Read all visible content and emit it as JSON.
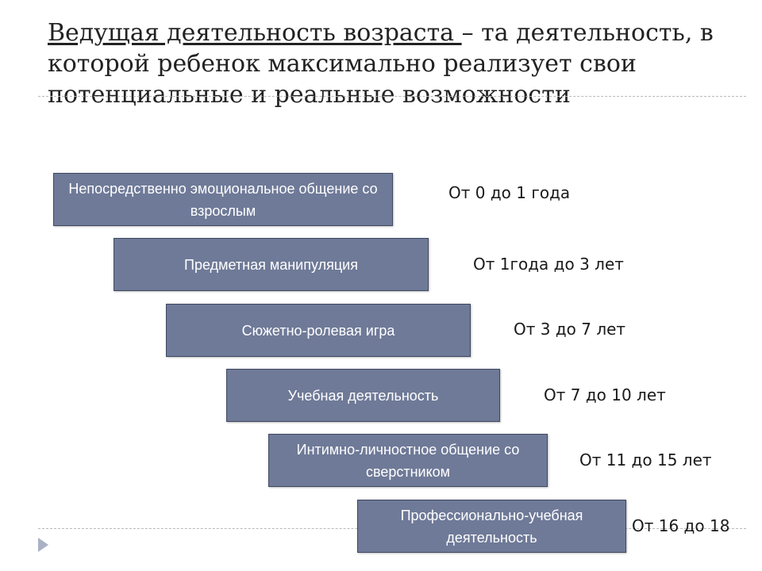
{
  "title": {
    "term": "Ведущая деятельность возраста ",
    "definition": "– та деятельность, в которой ребенок максимально реализует свои потенциальные и реальные возможности"
  },
  "stages": [
    {
      "label": "Непосредственно эмоциональное общение со взрослым",
      "age": "От 0 до 1 года"
    },
    {
      "label": "Предметная манипуляция",
      "age": "От 1года до 3 лет"
    },
    {
      "label": "Сюжетно-ролевая игра",
      "age": "От 3 до 7 лет"
    },
    {
      "label": "Учебная деятельность",
      "age": "От 7 до 10 лет"
    },
    {
      "label": "Интимно-личностное общение со сверстником",
      "age": "От 11 до 15 лет"
    },
    {
      "label": "Профессионально-учебная деятельность",
      "age": "От 16 до 18"
    }
  ],
  "colors": {
    "box_fill": "#6f7a98",
    "box_border": "#3f4862",
    "box_text": "#ffffff",
    "accent_arrow": "#a9b1c4"
  }
}
